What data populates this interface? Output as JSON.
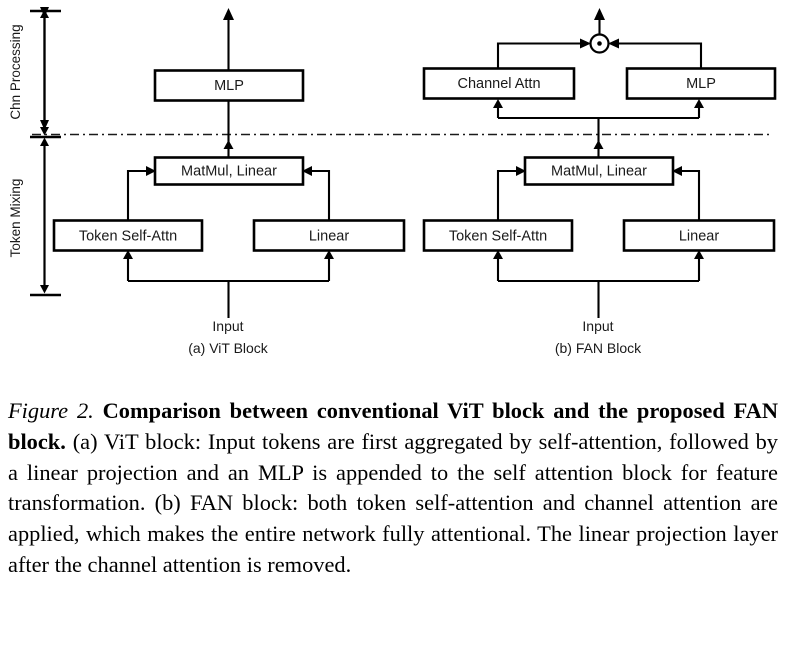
{
  "figure": {
    "brackets": [
      {
        "id": "chn-processing",
        "label": "Chn Processing"
      },
      {
        "id": "token-mixing",
        "label": "Token Mixing"
      }
    ],
    "blocks": {
      "vit": {
        "caption": "(a) ViT Block",
        "input_label": "Input",
        "nodes": [
          {
            "id": "mlp",
            "label": "MLP"
          },
          {
            "id": "matmul-linear",
            "label": "MatMul, Linear"
          },
          {
            "id": "token-self-attn",
            "label": "Token Self-Attn"
          },
          {
            "id": "linear",
            "label": "Linear"
          }
        ]
      },
      "fan": {
        "caption": "(b) FAN Block",
        "input_label": "Input",
        "operator": "⊙",
        "nodes": [
          {
            "id": "channel-attn",
            "label": "Channel Attn"
          },
          {
            "id": "mlp",
            "label": "MLP"
          },
          {
            "id": "matmul-linear",
            "label": "MatMul, Linear"
          },
          {
            "id": "token-self-attn",
            "label": "Token Self-Attn"
          },
          {
            "id": "linear",
            "label": "Linear"
          }
        ]
      }
    },
    "colors": {
      "stroke": "#000000",
      "box_fill": "#ffffff",
      "text": "#1a1a1a",
      "background": "#ffffff"
    }
  },
  "caption": {
    "number": "Figure 2.",
    "title": "Comparison between conventional ViT block and the proposed FAN block.",
    "body": "(a) ViT block: Input tokens are first aggregated by self-attention, followed by a linear projection and an MLP is appended to the self attention block for feature transformation. (b) FAN block: both token self-attention and channel attention are applied, which makes the entire network fully attentional. The linear projection layer after the channel attention is removed."
  }
}
